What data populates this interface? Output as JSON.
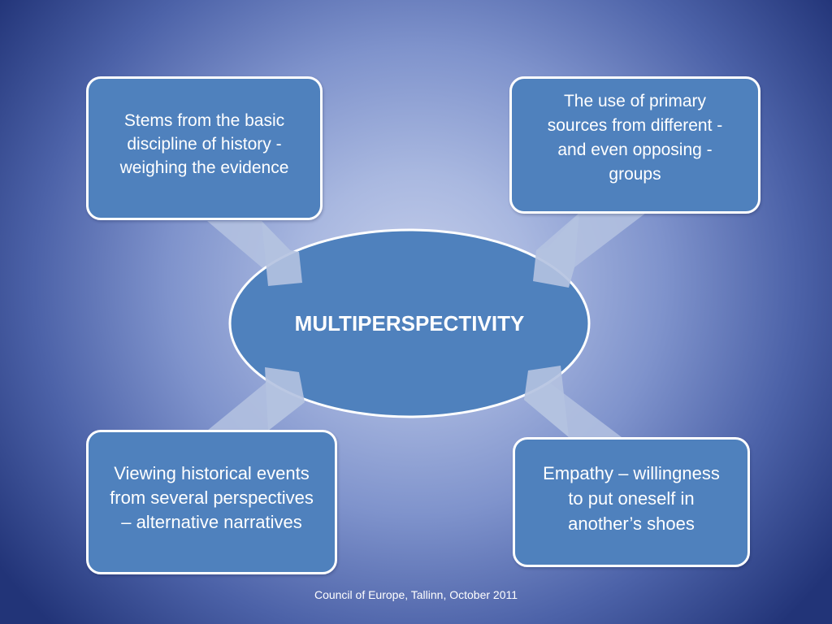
{
  "diagram": {
    "center": {
      "label": "MULTIPERSPECTIVITY"
    },
    "nodes": {
      "top_left": "Stems from the basic\ndiscipline of history  -\nweighing the evidence",
      "top_right": "The use of primary\nsources from different -\nand even opposing -\ngroups",
      "bottom_left": "Viewing historical events\nfrom several perspectives\n– alternative narratives",
      "bottom_right": "Empathy – willingness\nto put oneself in\nanother’s shoes"
    }
  },
  "footer": {
    "text": "Council of Europe, Tallinn, October 2011"
  },
  "colors": {
    "box_fill": "#4f81bd",
    "box_border": "#ffffff",
    "arrow_fill": "#b4c2e0",
    "text": "#ffffff"
  }
}
